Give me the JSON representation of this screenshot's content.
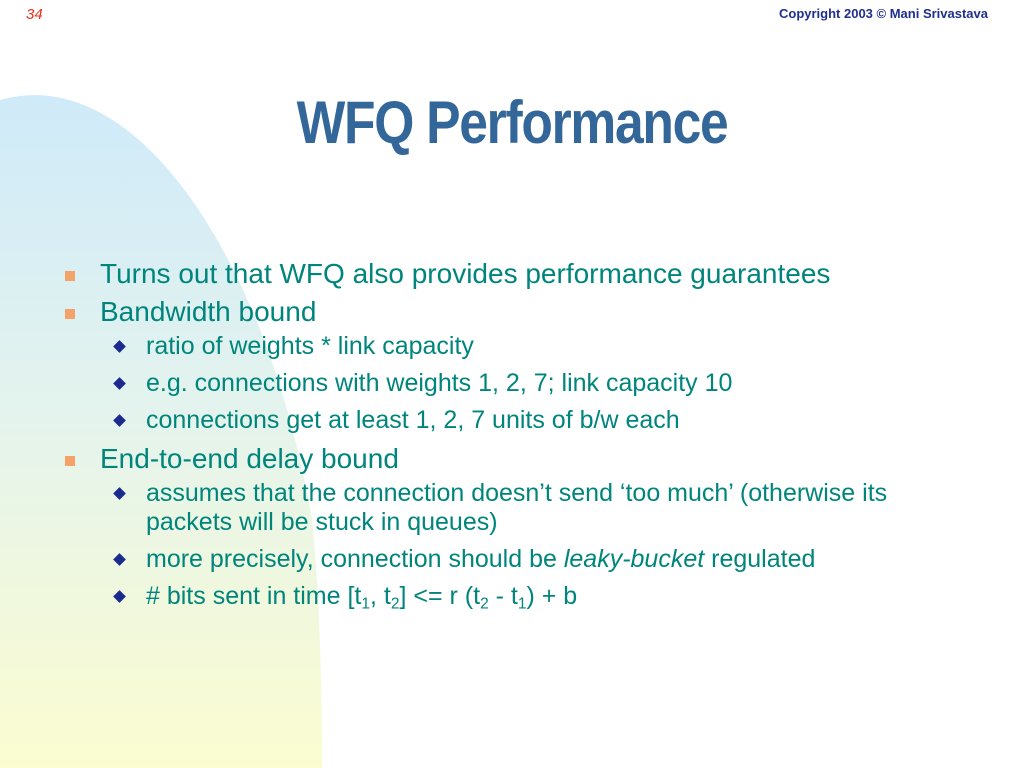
{
  "slide": {
    "number": "34",
    "copyright": "Copyright 2003 © Mani Srivastava",
    "title": "WFQ Performance"
  },
  "bullets": [
    {
      "level": 1,
      "text": "Turns out that WFQ also provides performance guarantees"
    },
    {
      "level": 1,
      "text": "Bandwidth bound"
    },
    {
      "level": 2,
      "text": "ratio of weights * link capacity"
    },
    {
      "level": 2,
      "text": "e.g. connections with weights 1, 2, 7; link capacity 10"
    },
    {
      "level": 2,
      "text": "connections get at least 1, 2, 7 units of b/w each"
    },
    {
      "level": 1,
      "text": "End-to-end delay bound"
    },
    {
      "level": 2,
      "text": "assumes that the connection doesn’t send ‘too much’ (otherwise its packets will be stuck in queues)"
    },
    {
      "level": 2,
      "text_before": "more precisely, connection should be ",
      "emphasis": "leaky-bucket",
      "text_after": " regulated"
    },
    {
      "level": 2,
      "formula": {
        "p1": "# bits sent in time [t",
        "s1": "1",
        "p2": ", t",
        "s2": "2",
        "p3": "] <= r (t",
        "s3": "2",
        "p4": " - t",
        "s4": "1",
        "p5": ") + b"
      }
    }
  ],
  "colors": {
    "title": "#336699",
    "body_text": "#00857c",
    "level1_bullet": "#f5a26a",
    "level2_bullet": "#1a2a8f",
    "slide_number": "#e8301c",
    "copyright": "#1f2f8f"
  }
}
